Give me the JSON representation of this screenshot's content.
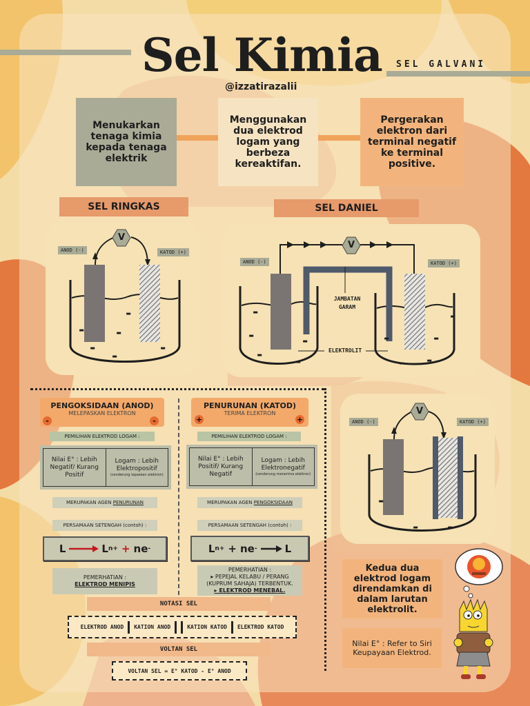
{
  "header": {
    "title": "Sel Kimia",
    "subtitle": "SEL GALVANI",
    "handle": "@izzatirazalii"
  },
  "intro": {
    "box1": "Menukarkan tenaga kimia kepada tenaga elektrik",
    "box2": "Menggunakan dua elektrod logam yang berbeza kereaktifan.",
    "box3": "Pergerakan elektron dari terminal negatif ke terminal positive."
  },
  "cells": {
    "simple_label": "SEL RINGKAS",
    "daniel_label": "SEL DANIEL",
    "voltmeter": "V",
    "anode_tag": "ANOD (-)",
    "cathode_tag": "KATOD (+)",
    "salt_bridge": "JAMBATAN GARAM",
    "electrolyte": "ELEKTROLIT",
    "minus": "-"
  },
  "oxidation": {
    "title": "PENGOKSIDAAN (ANOD)",
    "subtitle": "MELEPASKAN ELEKTRON",
    "sign": "-",
    "selection": "PEMILIHAN ELEKTROD LOGAM :",
    "col1": "Nilai E° : Lebih Negatif/ Kurang Positif",
    "col2_main": "Logam : Lebih Elektropositif",
    "col2_note": "(cenderung lepaskan elektron)",
    "agent_prefix": "MERUPAKAN AGEN ",
    "agent": "PENURUNAN",
    "half_eq": "PERSAMAAN SETENGAH (contoh) :",
    "eq_left": "L",
    "eq_right_base": "L",
    "eq_right_sup": "n+",
    "eq_plus": "+",
    "eq_e": "ne",
    "eq_e_sup": "-",
    "notice_title": "PEMERHATIAN :",
    "notice_body": "ELEKTROD MENIPIS"
  },
  "reduction": {
    "title": "PENURUNAN (KATOD)",
    "subtitle": "TERIMA ELEKTRON",
    "sign": "+",
    "selection": "PEMILIHAN ELEKTROD LOGAM :",
    "col1": "Nilai E° : Lebih Positif/ Kurang Negatif",
    "col2_main": "Logam : Lebih Elektronegatif",
    "col2_note": "(cenderung menerima elektron)",
    "agent_prefix": "MERUPAKAN AGEN ",
    "agent": "PENGOKSIDAAN",
    "half_eq": "PERSAMAAN SETENGAH (contoh) :",
    "eq_left_base": "L",
    "eq_left_sup": "n+",
    "eq_plus": "+",
    "eq_e": "ne",
    "eq_e_sup": "-",
    "eq_right": "L",
    "notice_title": "PEMERHATIAN :",
    "notice_line1": "▸ PEPEJAL KELABU / PERANG",
    "notice_line2": "(KUPRUM SAHAJA) TERBENTUK.",
    "notice_line3": "▸ ELEKTROD MENEBAL."
  },
  "notation": {
    "title": "NOTASI SEL",
    "p1": "ELEKTROD ANOD",
    "p2": "KATION ANOD",
    "p3": "KATION  KATOD",
    "p4": "ELEKTROD KATOD"
  },
  "voltage": {
    "title": "VOLTAN SEL",
    "formula": "VOLTAN SEL  =  E° KATOD  -  E° ANOD"
  },
  "right_notes": {
    "immersed": "Kedua dua elektrod logam direndamkan di dalam larutan elektrolit.",
    "refer": "Nilai E° : Refer to Siri Keupayaan Elektrod."
  },
  "colors": {
    "background": "#f4dca6",
    "orange_dark": "#e3793f",
    "peach": "#eeb28c",
    "sage": "#a9ab96",
    "electrode_grey": "#7a7572",
    "bridge_blue": "#4f5a6b"
  }
}
